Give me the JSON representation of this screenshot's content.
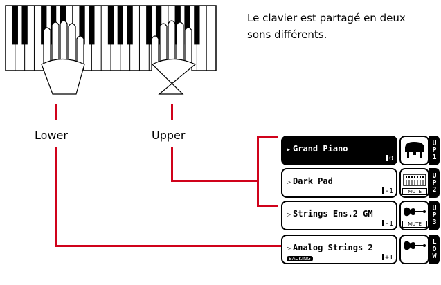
{
  "description": "Le clavier est partagé en deux\nsons différents.",
  "labels": {
    "lower": "Lower",
    "upper": "Upper"
  },
  "tracks": [
    {
      "name": "Grand Piano",
      "octave": "0",
      "tag": "UP1",
      "icon": "piano-icon",
      "mute": "",
      "badge": "",
      "selected": true
    },
    {
      "name": "Dark Pad",
      "octave": "-1",
      "tag": "UP2",
      "icon": "synth-keyboard-icon",
      "mute": "MUTE",
      "badge": "",
      "selected": false
    },
    {
      "name": "Strings Ens.2 GM",
      "octave": "-1",
      "tag": "UP3",
      "icon": "violin-icon",
      "mute": "MUTE",
      "badge": "",
      "selected": false
    },
    {
      "name": "Analog Strings 2",
      "octave": "+1",
      "tag": "LOW",
      "icon": "violin-icon",
      "mute": "",
      "badge": "BACKING",
      "selected": false
    }
  ],
  "colors": {
    "connector": "#d0021b",
    "selected_bg": "#000000"
  }
}
